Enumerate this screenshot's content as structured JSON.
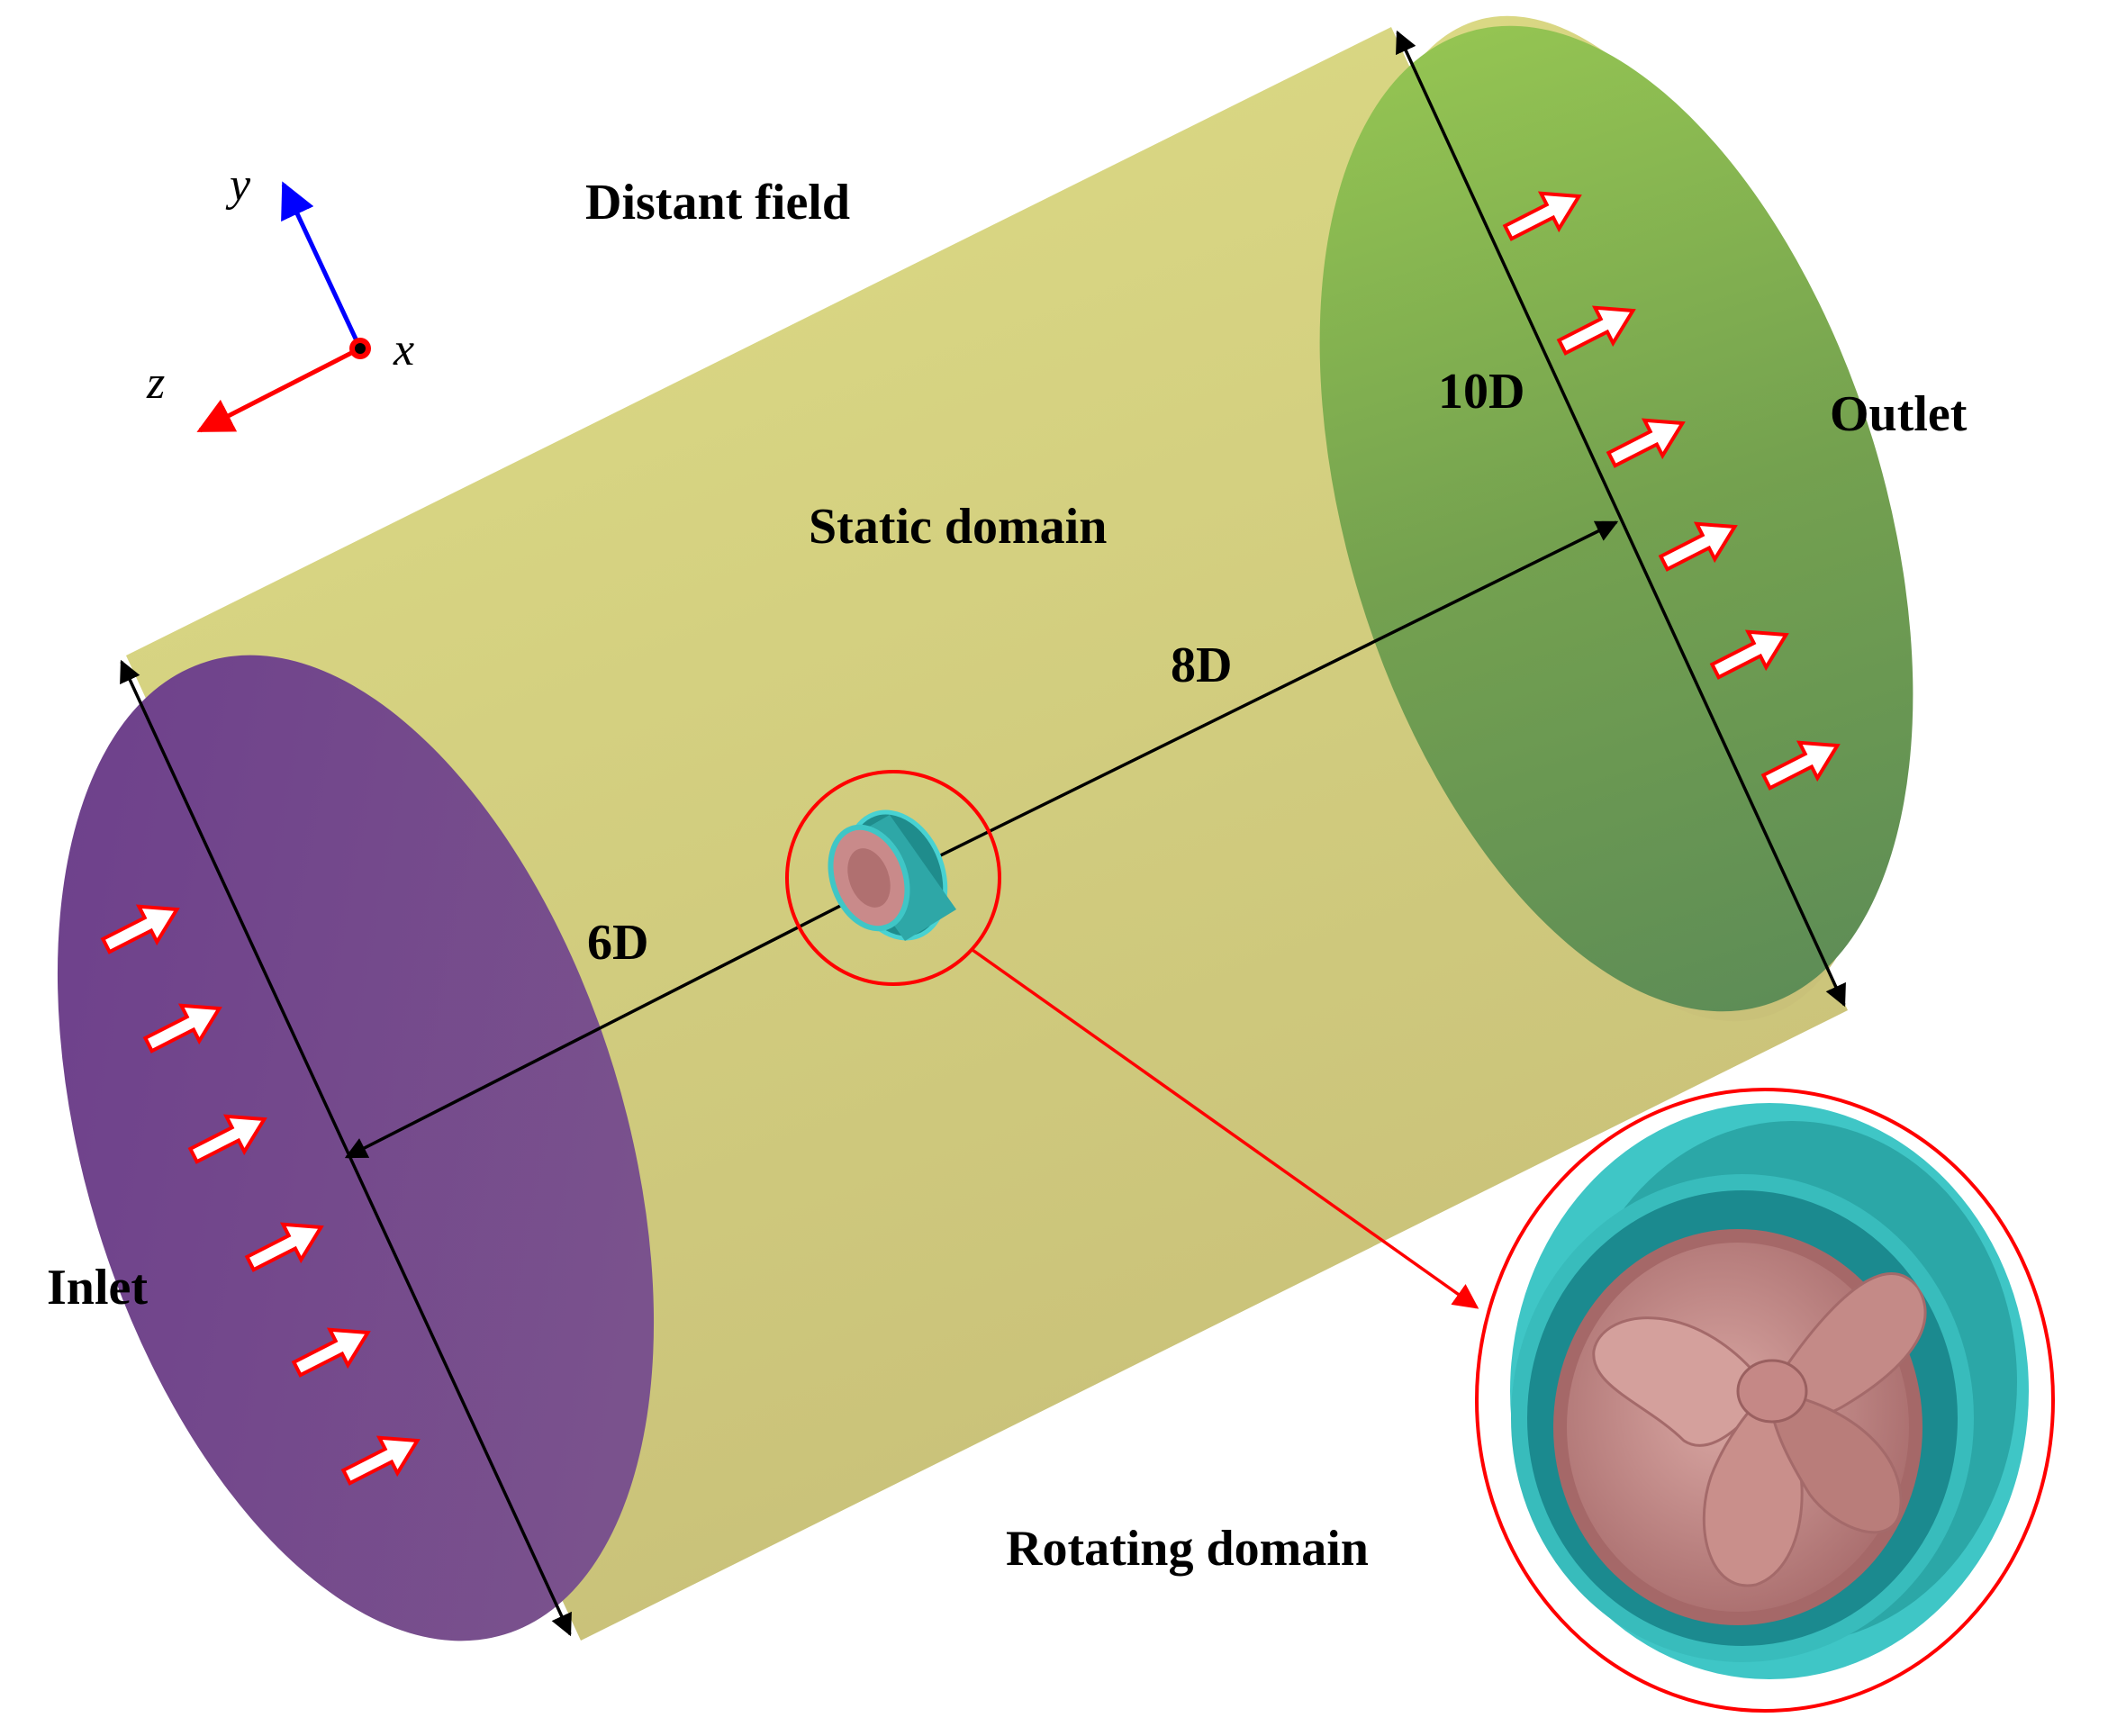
{
  "labels": {
    "distant_field": "Distant field",
    "static_domain": "Static domain",
    "outlet": "Outlet",
    "inlet": "Inlet",
    "rotating_domain": "Rotating domain"
  },
  "dimensions": {
    "outlet_diameter": "10D",
    "downstream_length": "8D",
    "upstream_length": "6D"
  },
  "axes": {
    "x": "x",
    "y": "y",
    "z": "z"
  },
  "colors": {
    "inlet_face": "#7a4f8e",
    "outlet_face": "#6f9a52",
    "cylinder_body": "#d4d27c",
    "duct": "#3fc6c6",
    "propeller": "#c98a8a",
    "flow_arrow": "#ff0000",
    "y_axis": "#0000ff",
    "z_axis": "#ff0000"
  }
}
